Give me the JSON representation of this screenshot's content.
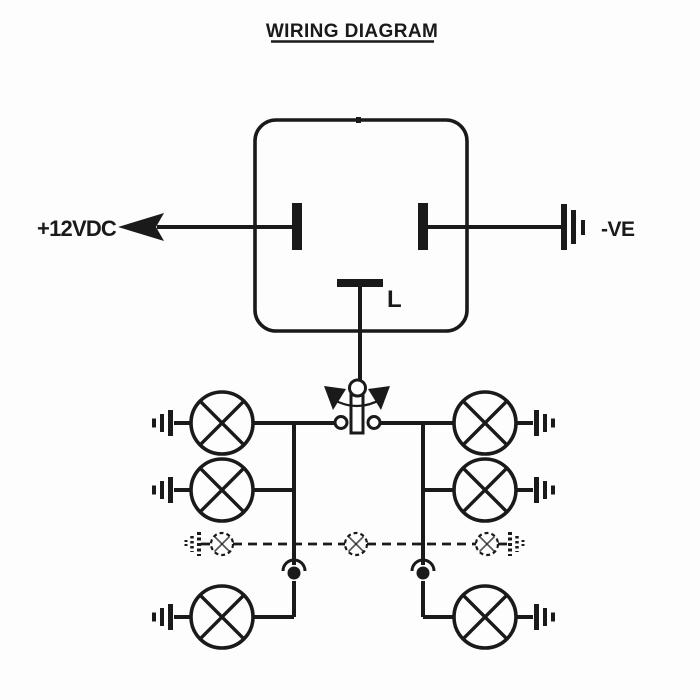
{
  "title": "WIRING DIAGRAM",
  "labels": {
    "supply": "+12VDC",
    "negative": "-VE",
    "load": "L"
  },
  "colors": {
    "ink": "#1a1a1a",
    "paper": "#fdfdfd"
  },
  "icons": {
    "relay": "relay-box",
    "supply_arrow": "left-arrowhead",
    "ground": "chassis-ground",
    "switch": "two-way-lever-switch",
    "lamp": "circle-cross-lamp",
    "dashed_lamp": "optional-circle-cross-lamp",
    "junction": "hooded-junction-dot"
  },
  "counts": {
    "solid_lamps": 6,
    "dashed_lamps": 3,
    "lamp_grounds": 8
  }
}
